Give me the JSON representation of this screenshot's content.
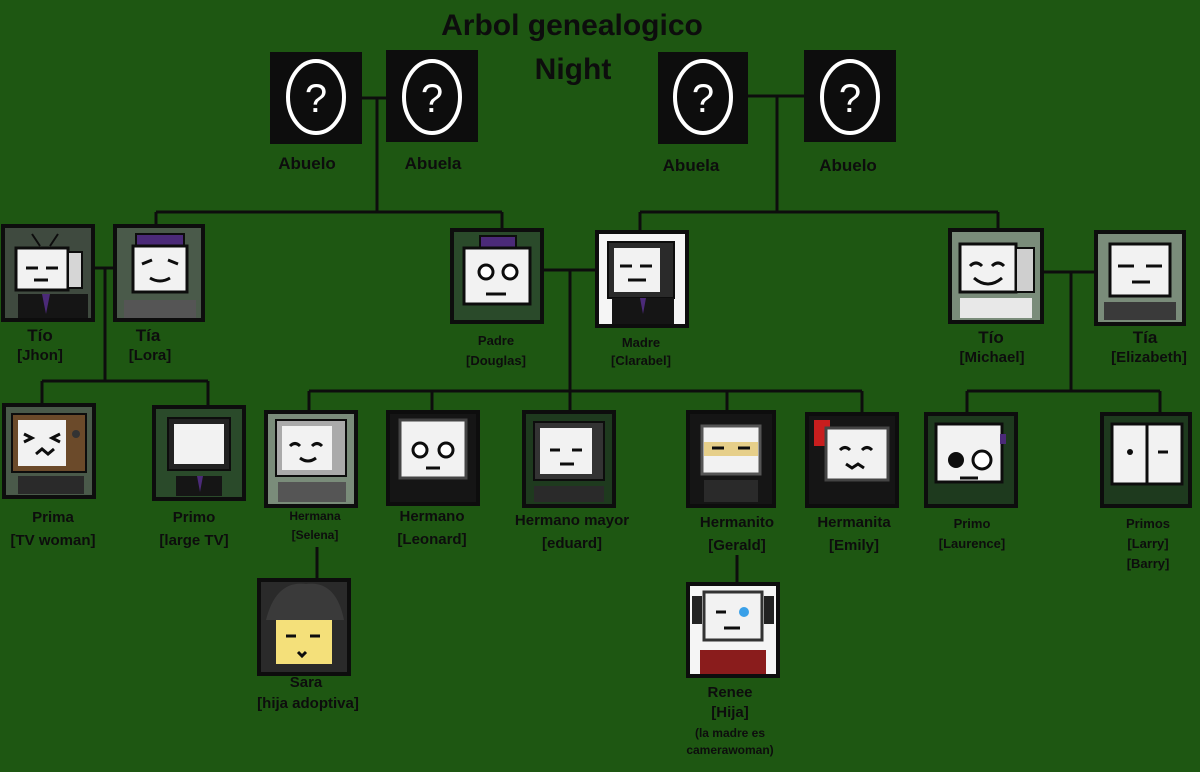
{
  "title": {
    "line1": "Arbol genealogico",
    "line2": "Night"
  },
  "grandparents": {
    "paternal_grandfather": "Abuelo",
    "paternal_grandmother": "Abuela",
    "maternal_grandmother": "Abuela",
    "maternal_grandfather": "Abuelo",
    "unknown_glyph": "?"
  },
  "people": {
    "tio_jhon": {
      "role": "Tío",
      "name": "[Jhon]"
    },
    "tia_lora": {
      "role": "Tía",
      "name": "[Lora]"
    },
    "padre": {
      "role": "Padre",
      "name": "[Douglas]"
    },
    "madre": {
      "role": "Madre",
      "name": "[Clarabel]"
    },
    "tio_michael": {
      "role": "Tío",
      "name": "[Michael]"
    },
    "tia_elizabeth": {
      "role": "Tía",
      "name": "[Elizabeth]"
    },
    "prima": {
      "role": "Prima",
      "name": "[TV woman]"
    },
    "primo_large": {
      "role": "Primo",
      "name": "[large TV]"
    },
    "hermana": {
      "role": "Hermana",
      "name": "[Selena]"
    },
    "hermano": {
      "role": "Hermano",
      "name": "[Leonard]"
    },
    "hermano_mayor": {
      "role": "Hermano mayor",
      "name": "[eduard]"
    },
    "hermanito": {
      "role": "Hermanito",
      "name": "[Gerald]"
    },
    "hermanita": {
      "role": "Hermanita",
      "name": "[Emily]"
    },
    "primo_laurence": {
      "role": "Primo",
      "name": "[Laurence]"
    },
    "primos": {
      "role": "Primos",
      "name": "[Larry]",
      "name2": "[Barry]"
    },
    "sara": {
      "role": "Sara",
      "name": "[hija adoptiva]"
    },
    "renee": {
      "role": "Renee",
      "name": "[Hija]",
      "note1": "(la madre es",
      "note2": "camerawoman)"
    }
  },
  "colors": {
    "background": "#1e5712",
    "line": "#0d0d0d",
    "unknown_box": "#0d0d0d",
    "screen": "#f2f2f2",
    "accent_purple": "#4b2a78",
    "accent_red": "#c81e1e",
    "accent_blue": "#3aa0e8"
  }
}
